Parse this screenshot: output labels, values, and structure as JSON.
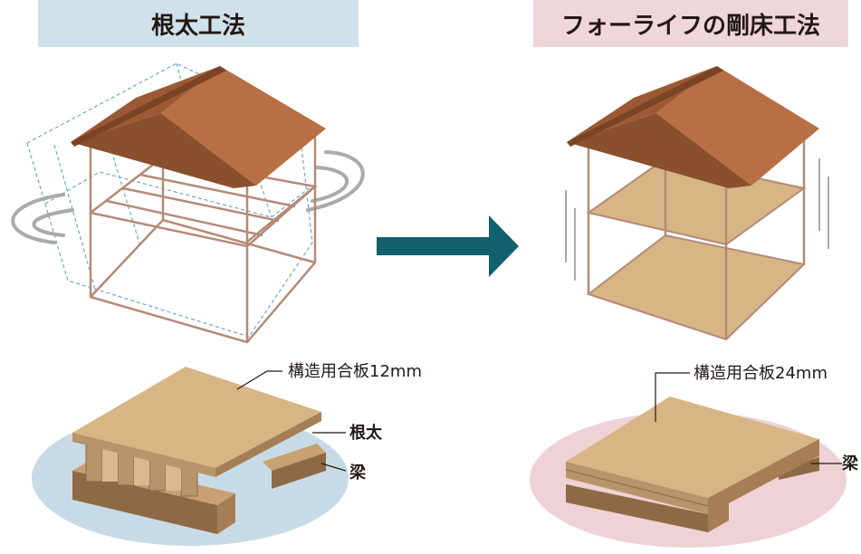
{
  "left": {
    "title": "根太工法",
    "labels": {
      "plywood": "構造用合板12mm",
      "joist": "根太",
      "beam": "梁"
    }
  },
  "right": {
    "title": "フォーライフの剛床工法",
    "labels": {
      "plywood": "構造用合板24mm",
      "beam": "梁"
    }
  },
  "colors": {
    "left_header_bg": "#cfe1ea",
    "right_header_bg": "#efd6d9",
    "arrow": "#11606e",
    "roof": "#b86f44",
    "frame": "#b48a77",
    "floor": "#d7b585",
    "left_ellipse": "#c7dbe6",
    "right_ellipse": "#eed2d6"
  }
}
